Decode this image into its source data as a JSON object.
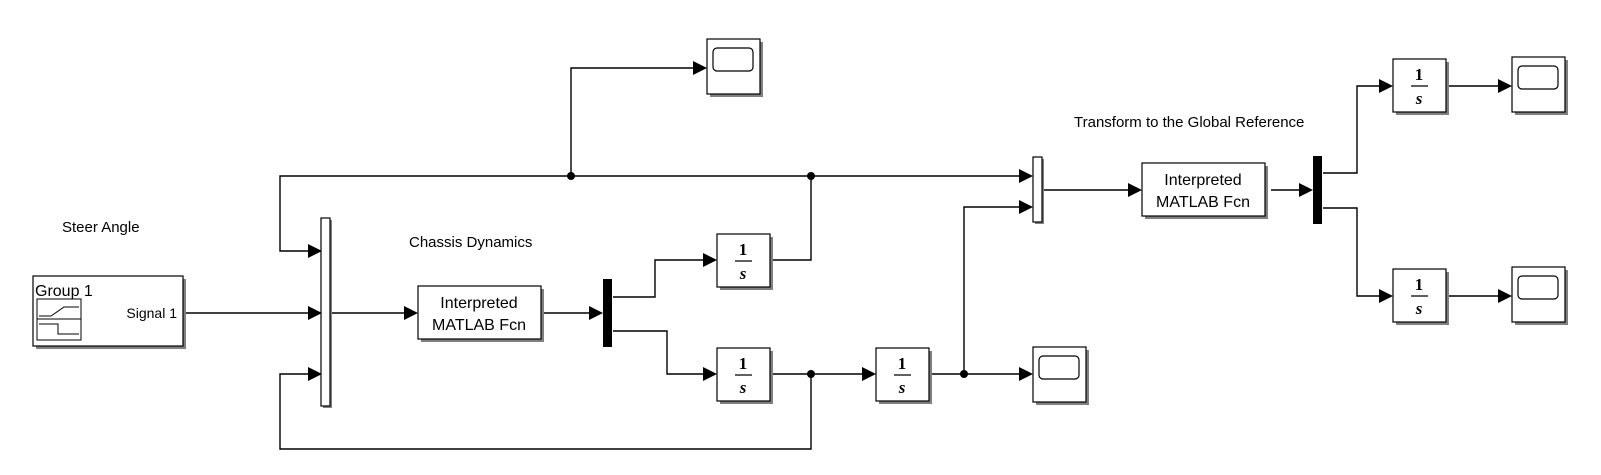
{
  "annotations": {
    "steer_angle": "Steer Angle",
    "chassis_dynamics": "Chassis Dynamics",
    "transform_global": "Transform to the Global Reference"
  },
  "signal_builder": {
    "group_label": "Group 1",
    "signal_label": "Signal 1"
  },
  "fcn_blocks": [
    {
      "line1": "Interpreted",
      "line2": "MATLAB Fcn"
    },
    {
      "line1": "Interpreted",
      "line2": "MATLAB Fcn"
    }
  ],
  "integrator": {
    "numerator": "1",
    "denominator": "s"
  },
  "colors": {
    "wire": "#000000",
    "demux_fill": "#000000",
    "block_shadow": "#808080",
    "background": "#ffffff"
  }
}
